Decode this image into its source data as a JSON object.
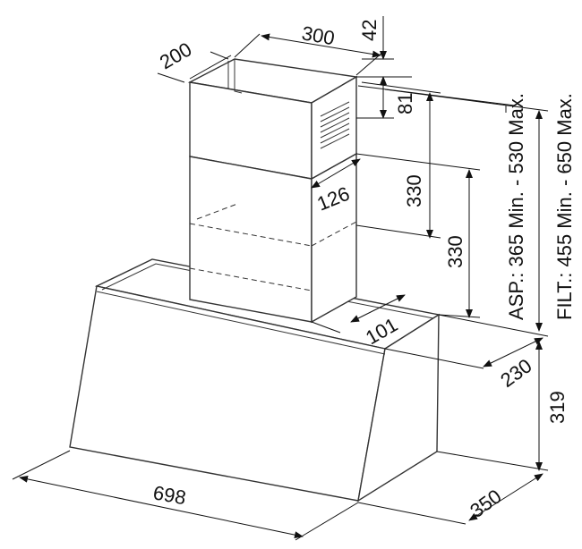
{
  "dimensions": {
    "chimney_width": "300",
    "chimney_depth": "200",
    "top_gap": "42",
    "vent_offset": "81",
    "chimney_upper": "330",
    "chimney_lower": "330",
    "inner_offset": "126",
    "outlet_offset": "101",
    "hood_depth_back": "230",
    "hood_height": "319",
    "hood_width": "698",
    "hood_depth": "350",
    "asp_range": "ASP.: 365 Min. - 530 Max.",
    "filt_range": "FILT.: 455 Min. - 650 Max."
  }
}
